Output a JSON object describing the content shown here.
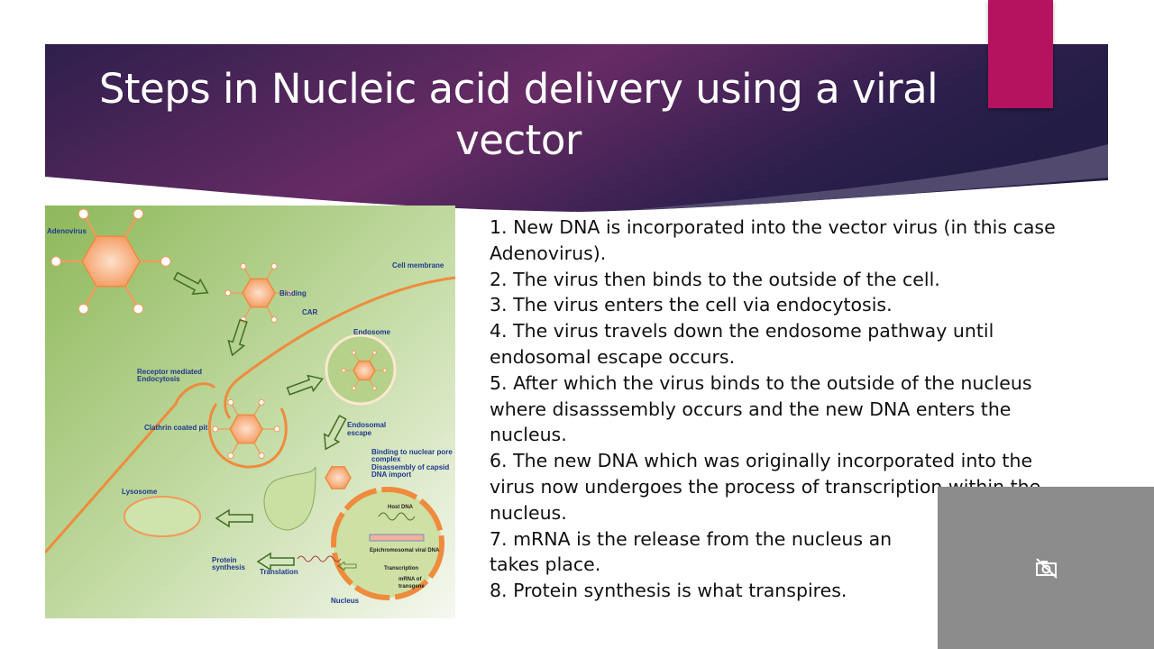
{
  "slide": {
    "title": "Steps in Nucleic acid delivery using a viral vector",
    "colors": {
      "banner_left": "#2e1f4c",
      "banner_mid": "#6a2c66",
      "banner_right": "#231d45",
      "accent": "#b5135f",
      "diagram_label": "#1f3a8c",
      "overlay": "#8c8c8d"
    }
  },
  "diagram": {
    "labels": {
      "adenovirus": "Adenovirus",
      "cell_membrane": "Cell membrane",
      "binding": "Binding",
      "car": "CAR",
      "endosome": "Endosome",
      "receptor_1": "Receptor mediated",
      "receptor_2": "Endocytosis",
      "clathrin": "Clathrin coated pit",
      "escape_1": "Endosomal",
      "escape_2": "escape",
      "pore_1": "Binding to nuclear pore",
      "pore_2": "complex",
      "pore_3": "Disassembly of capsid",
      "pore_4": "DNA import",
      "lysosome": "Lysosome",
      "host_dna": "Host DNA",
      "epi_dna": "Epichromosomal viral DNA",
      "transcription": "Transcription",
      "mrna_1": "mRNA of",
      "mrna_2": "transgene",
      "protein_1": "Protein",
      "protein_2": "synthesis",
      "translation": "Translation",
      "nucleus": "Nucleus"
    }
  },
  "steps": {
    "lines": [
      "1. New DNA is incorporated into the vector virus (in this case",
      "Adenovirus).",
      "2. The virus then binds to the outside of the cell.",
      "3. The virus enters the cell via endocytosis.",
      "4. The virus travels down the endosome pathway until",
      "endosomal escape occurs.",
      "5. After which the virus binds to the outside of the nucleus",
      "where disasssembly occurs and the new DNA enters the",
      "nucleus.",
      "6. The new DNA which was originally incorporated into the",
      "virus now undergoes the process of transcription within the",
      "nucleus.",
      "7. mRNA is the release from the nucleus an",
      "takes place.",
      "8. Protein synthesis is what transpires."
    ]
  },
  "overlay": {
    "icon": "camera-off-icon"
  }
}
